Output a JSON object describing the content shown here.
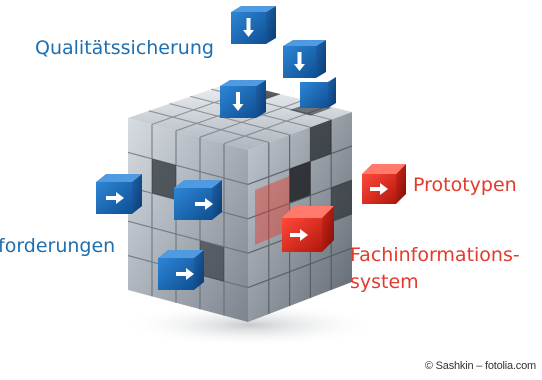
{
  "labels": {
    "quality": "Qualitätssicherung",
    "requirements": "forderungen",
    "prototypes": "Prototypen",
    "fachinfo_line1": "Fachinformations-",
    "fachinfo_line2": "system"
  },
  "credit": "© Sashkin – fotolia.com",
  "colors": {
    "blue": "#1e6fb0",
    "red": "#e23a2c",
    "silver": "#b9bec6"
  },
  "icons": [
    "arrow-down-icon",
    "arrow-right-icon"
  ]
}
